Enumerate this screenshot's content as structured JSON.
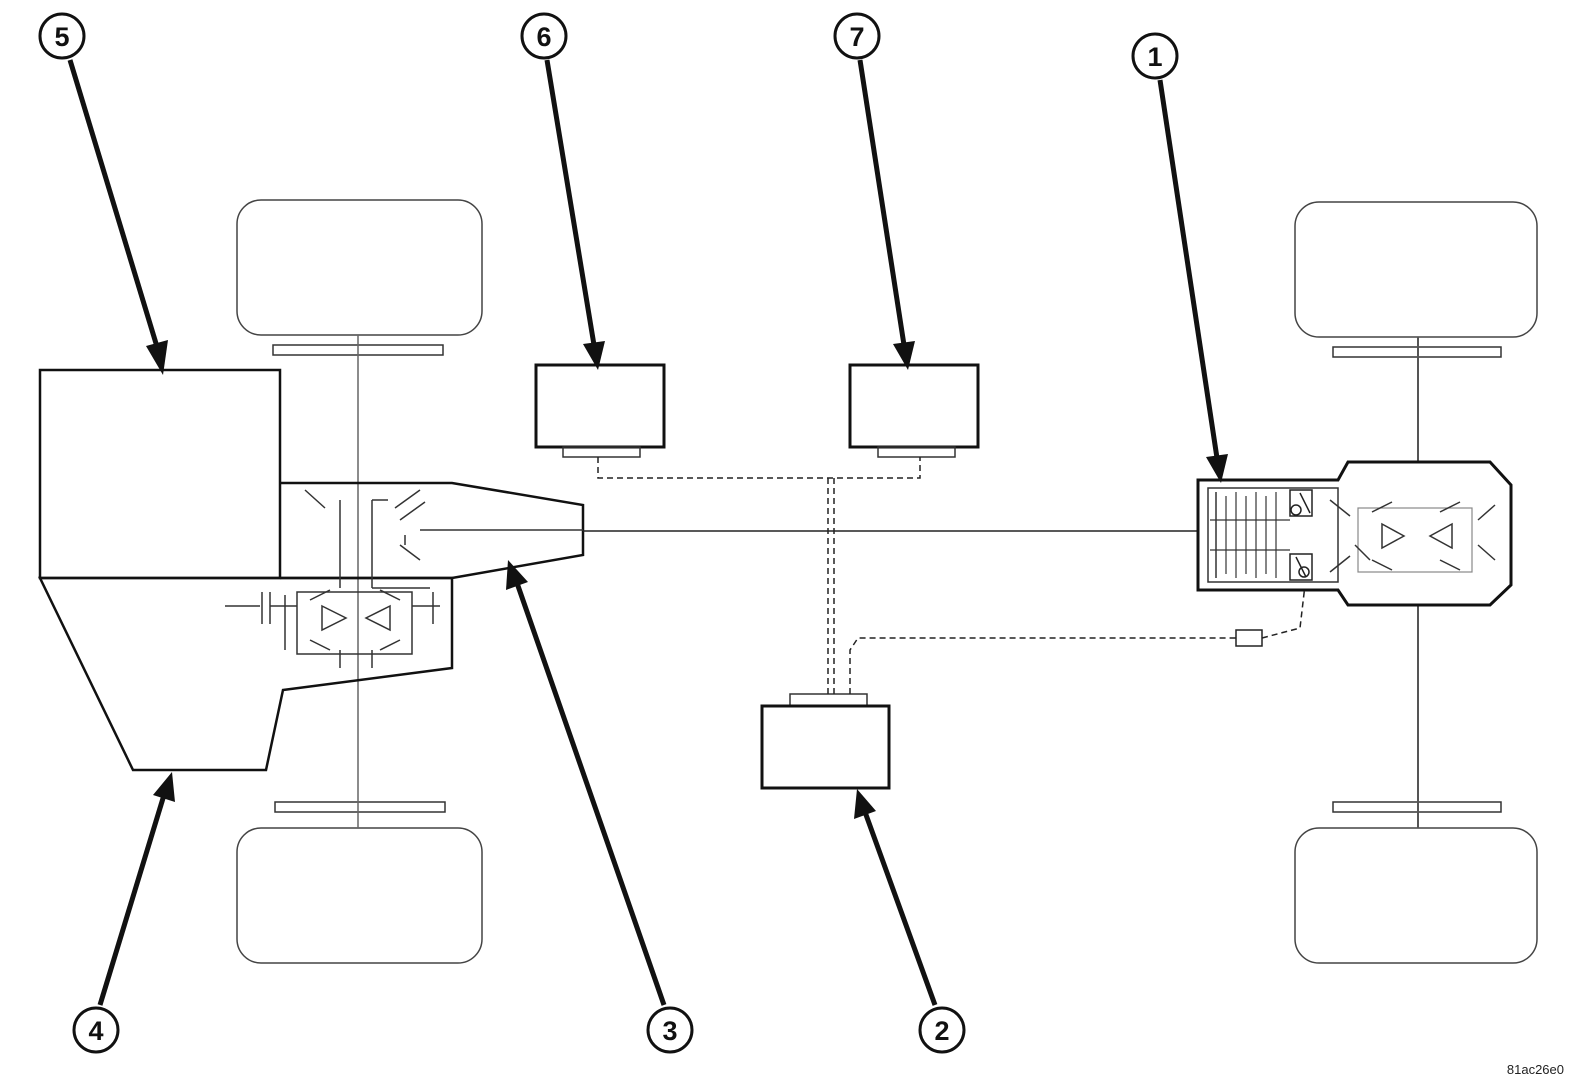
{
  "callouts": [
    {
      "number": "1",
      "target": "rear-drive-module"
    },
    {
      "number": "2",
      "target": "control-module"
    },
    {
      "number": "3",
      "target": "power-transfer-unit"
    },
    {
      "number": "4",
      "target": "transaxle"
    },
    {
      "number": "5",
      "target": "engine"
    },
    {
      "number": "6",
      "target": "module-6"
    },
    {
      "number": "7",
      "target": "module-7"
    }
  ],
  "figure_code": "81ac26e0"
}
